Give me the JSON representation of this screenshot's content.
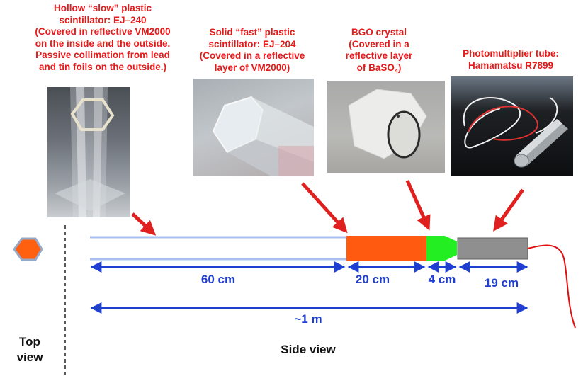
{
  "labels": {
    "hollow": [
      "Hollow “slow” plastic",
      "scintillator: EJ–240",
      "(Covered in reflective VM2000",
      "on the inside and the outside.",
      "Passive collimation from lead",
      "and tin foils on the outside.)"
    ],
    "solid": [
      "Solid “fast” plastic",
      "scintillator:  EJ–204",
      "(Covered in a reflective",
      "layer of VM2000)"
    ],
    "bgo": [
      "BGO crystal",
      "(Covered in a",
      "reflective layer",
      "of BaSO"
    ],
    "bgo_sub": "4",
    "bgo_close": ")",
    "pmt": [
      "Photomultiplier tube:",
      "Hamamatsu R7899"
    ]
  },
  "dimensions": {
    "d60": "60 cm",
    "d20": "20 cm",
    "d4": "4 cm",
    "d19": "19 cm",
    "total": "~1 m"
  },
  "views": {
    "top": [
      "Top",
      "view"
    ],
    "side": "Side view"
  },
  "colors": {
    "label_red": "#e31b1b",
    "arrow_red": "#e01f1f",
    "dim_blue": "#1f3fd1",
    "hollow_tube": "#a9bff0",
    "fast_scint": "#ff5a10",
    "bgo_green": "#22ee22",
    "pmt_gray": "#8f8f8f",
    "cable_red": "#e01010",
    "hexagon_fill": "#ff6010",
    "hexagon_stroke": "#98a8c8"
  }
}
